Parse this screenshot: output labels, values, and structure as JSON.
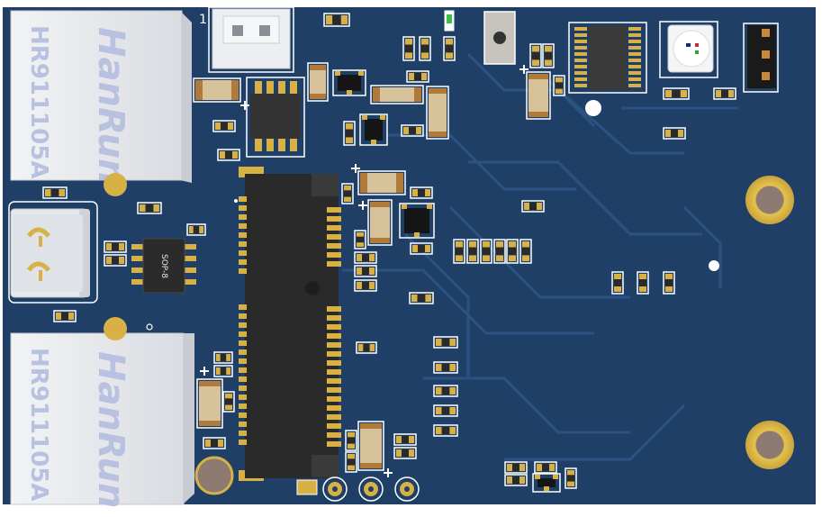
{
  "board": {
    "pin1_marker": "1",
    "ic_label": "SOP-8",
    "rj45_top_brand": "HanRun",
    "rj45_top_part": "HR911105A",
    "rj45_bottom_brand": "HanRun",
    "rj45_bottom_part": "HR911105A"
  },
  "colors": {
    "pcb": "#1f3f66",
    "pcb_edge": "#2a4d77",
    "silkscreen": "#ffffff",
    "copper_pad": "#d8b04a",
    "connector_body": "#e8eaee",
    "ic_body": "#2b2b2b"
  }
}
